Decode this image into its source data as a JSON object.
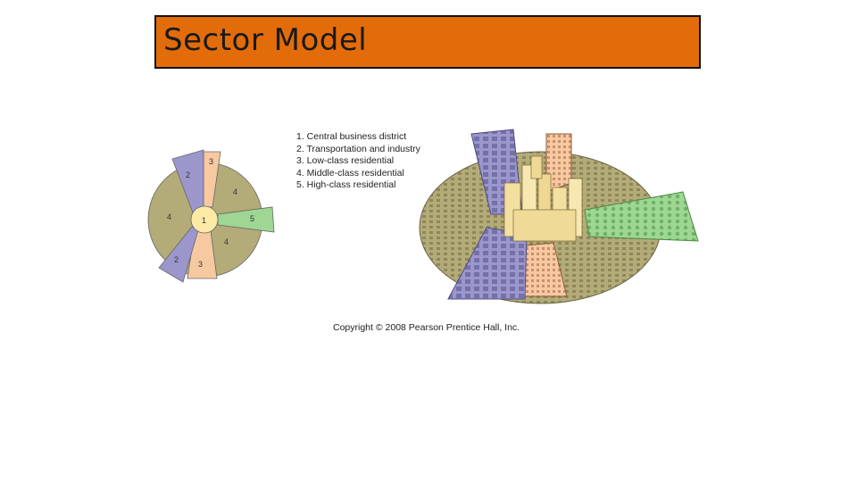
{
  "title": "Sector Model",
  "legend": [
    "1. Central business district",
    "2. Transportation and industry",
    "3. Low-class residential",
    "4. Middle-class residential",
    "5. High-class residential"
  ],
  "diagram_labels": {
    "cbd": "1",
    "transport_top": "2",
    "transport_bottom": "2",
    "low_top": "3",
    "low_bottom": "3",
    "middle_left": "4",
    "middle_right_top": "4",
    "middle_right_bottom": "4",
    "high": "5"
  },
  "copyright": "Copyright © 2008 Pearson Prentice Hall, Inc.",
  "colors": {
    "title_bg": "#E36C0A",
    "cbd": "#FBE9A6",
    "transportation": "#9B97CC",
    "low_class": "#F7C9A0",
    "middle_class": "#B3AB78",
    "high_class": "#9ED693"
  }
}
